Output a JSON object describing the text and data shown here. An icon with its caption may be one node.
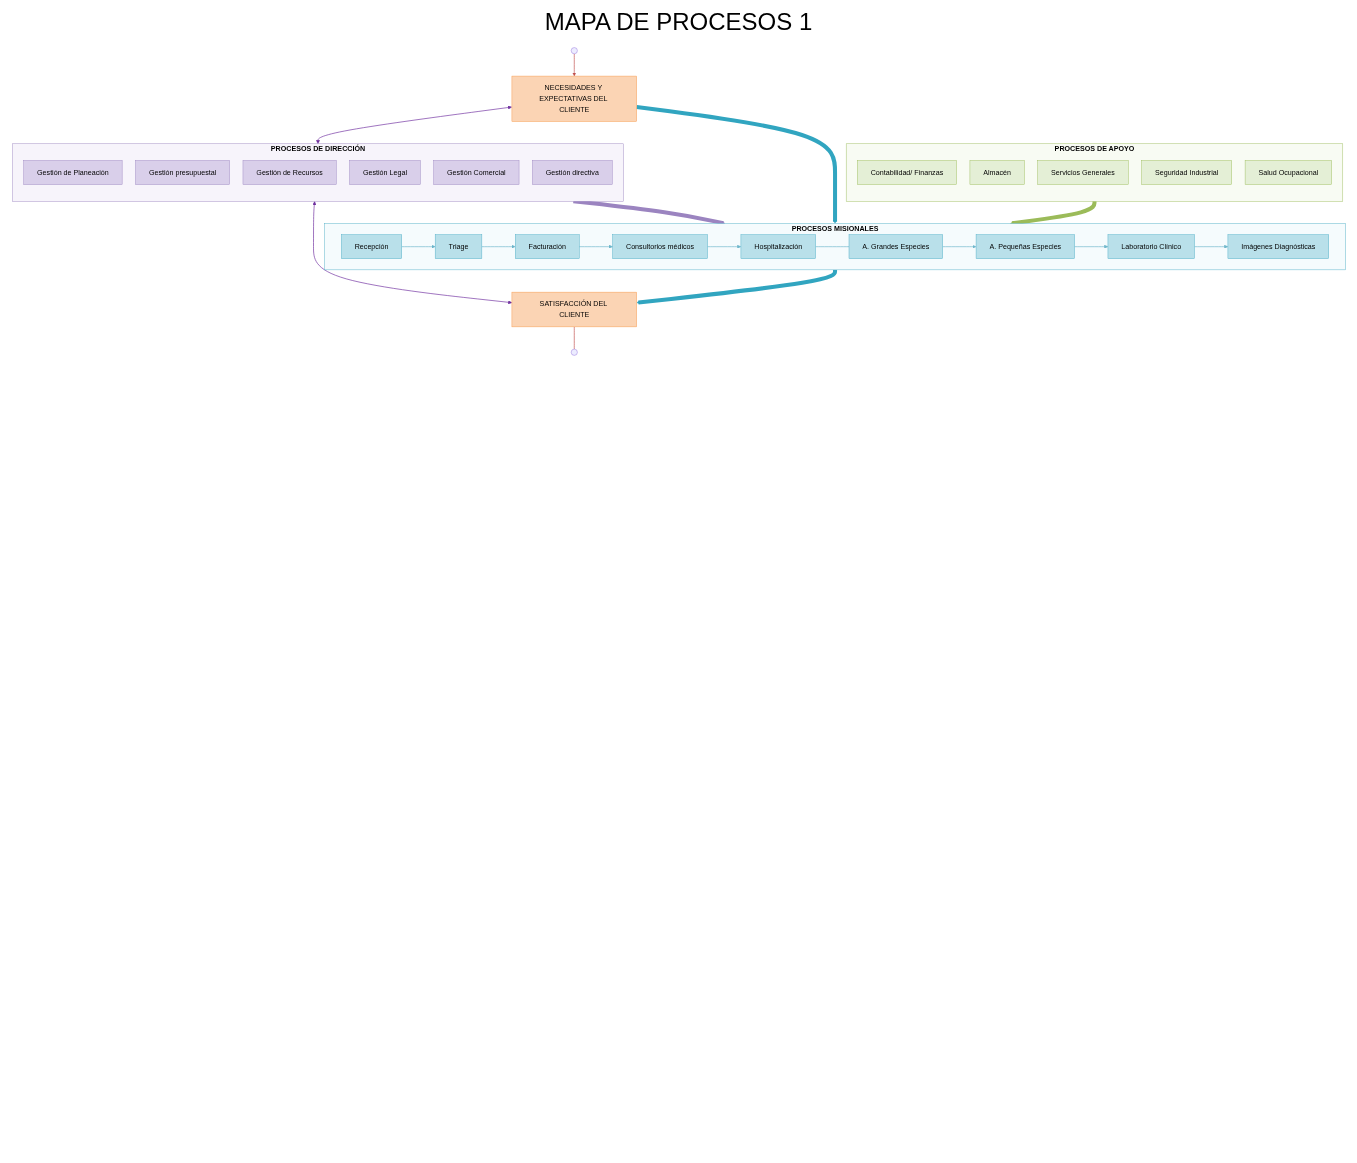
{
  "diagram": {
    "title": "MAPA DE PROCESOS 1",
    "nodes": [
      {
        "text": [
          "NECESIDADES Y EXPECTATIVAS DEL CLIENTE"
        ]
      },
      {
        "text": [
          "PROCESOS DE DIRECCIÓN"
        ]
      },
      {
        "text": [
          "Gestión de Planeación"
        ],
        "in": 1
      },
      {
        "text": [
          "Gestión presupuestal"
        ],
        "in": 1
      },
      {
        "text": [
          "Gestión de Recursos"
        ],
        "in": 1
      },
      {
        "text": [
          "Gestión Legal"
        ],
        "in": 1
      },
      {
        "text": [
          "Gestión Comercial"
        ],
        "in": 1
      },
      {
        "text": [
          "Gestión directiva"
        ],
        "in": 1
      },
      {
        "text": [
          "PROCESOS MISIONALES"
        ]
      },
      {
        "text": [
          "Recepción"
        ],
        "in": 8
      },
      {
        "text": [
          "Triage"
        ],
        "in": 8
      },
      {
        "text": [
          "Facturación"
        ],
        "in": 8
      },
      {
        "text": [
          "Consultorios médicos"
        ],
        "in": 8
      },
      {
        "text": [
          "Hospitalización"
        ],
        "in": 8
      },
      {
        "text": [
          "A. Grandes Especies"
        ],
        "in": 8
      },
      {
        "text": [
          "A. Pequeñas Especies"
        ],
        "in": 8
      },
      {
        "text": [
          "Laboratorio Clínico"
        ],
        "in": 8
      },
      {
        "text": [
          "Imágenes Diagnósticas"
        ],
        "in": 8
      },
      {
        "text": [
          "PROCESOS DE APOYO"
        ]
      },
      {
        "text": [
          "Contabilidad/ Finanzas"
        ],
        "in": 18
      },
      {
        "text": [
          "Almacén"
        ],
        "in": 18
      },
      {
        "text": [
          "Servicios Generales"
        ],
        "in": 18
      },
      {
        "text": [
          "Seguridad Industrial"
        ],
        "in": 18
      },
      {
        "text": [
          "Salud Ocupacional"
        ],
        "in": 18
      },
      {
        "text": [
          "SATISFACCIÓN DEL CLIENTE"
        ]
      }
    ],
    "edges": [
      {
        "from": 0,
        "to": 1,
        "arrow": "both",
        "color": "#7030a0"
      },
      {
        "from": 1,
        "to": 24,
        "arrow": "both",
        "color": "#7030a0"
      },
      {
        "from": 1,
        "to": 8,
        "arrow": "to",
        "style": "thick",
        "color": "#9b84c0"
      },
      {
        "from": 0,
        "to": 8,
        "arrow": "to",
        "style": "thick",
        "color": "#31a5c0"
      },
      {
        "from": 9,
        "to": 10,
        "arrow": "to"
      },
      {
        "from": 10,
        "to": 11,
        "arrow": "to"
      },
      {
        "from": 11,
        "to": 12,
        "arrow": "to"
      },
      {
        "from": 12,
        "to": 13,
        "arrow": "to"
      },
      {
        "from": 13,
        "to": 14,
        "arrow": "none"
      },
      {
        "from": 14,
        "to": 15,
        "arrow": "to"
      },
      {
        "from": 15,
        "to": 16,
        "arrow": "to"
      },
      {
        "from": 16,
        "to": 17,
        "arrow": "to"
      },
      {
        "from": 8,
        "to": 24,
        "arrow": "to",
        "style": "thick",
        "color": "#31a5c0"
      },
      {
        "from": 18,
        "to": 8,
        "arrow": "to",
        "style": "thick",
        "color": "#9bbb59"
      },
      {
        "from": null,
        "to": 0,
        "arrow": "to",
        "color": "#c0504d"
      },
      {
        "from": 24,
        "to": null,
        "arrow": "none",
        "color": "#c0504d"
      }
    ]
  }
}
